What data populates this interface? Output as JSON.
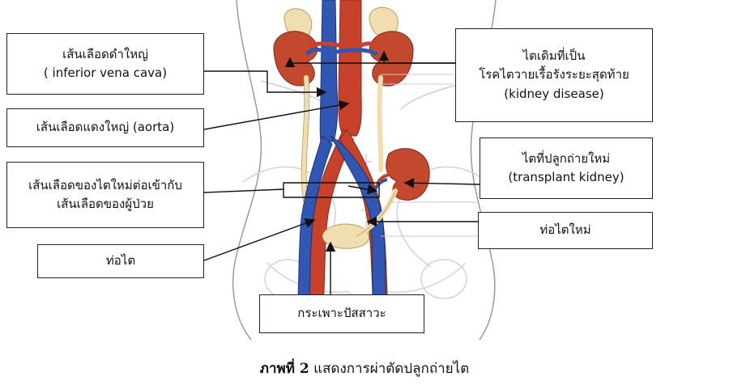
{
  "labels": {
    "ivc": [
      "เส้นเลือดดำใหญ่",
      "( inferior vena cava)"
    ],
    "aorta": [
      "เส้นเลือดแดงใหญ่ (aorta)"
    ],
    "vessel_connect": [
      "เส้นเลือดของไตใหม่ต่อเข้ากับ",
      "เส้นเลือดของผู้ป่วย"
    ],
    "ureter": [
      "ท่อไต"
    ],
    "old_kidney": [
      "ไตเดิมที่เป็น",
      "โรคไตวายเรื้อรังระยะสุดท้าย",
      "(kidney disease)"
    ],
    "transplant_kidney": [
      "ไตที่ปลูกถ่ายใหม่",
      "(transplant kidney)"
    ],
    "new_ureter": [
      "ท่อไตใหม่"
    ],
    "bladder": [
      "กระเพาะปัสสาวะ"
    ]
  },
  "caption": {
    "prefix": "ภาพที่ 2",
    "text": " แสดงการผ่าตัดปลูกถ่ายไต"
  },
  "colors": {
    "artery": "#c8412b",
    "vein": "#2f57b3",
    "kidney": "#c4482e",
    "fat": "#f1deb0",
    "outline": "#9a9a9a"
  }
}
